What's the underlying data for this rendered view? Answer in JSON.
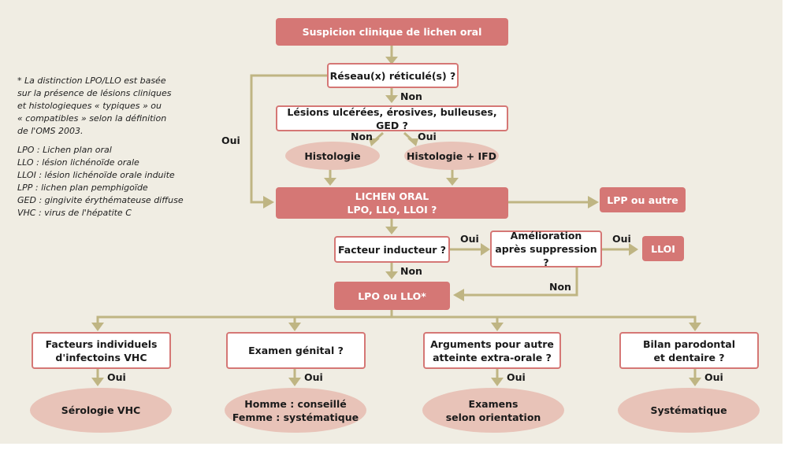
{
  "colors": {
    "background": "#f0ede3",
    "primary_box": "#d57775",
    "outline_box_border": "#d57775",
    "oval_fill": "#e8c3b8",
    "connector": "#bfb583"
  },
  "notes": {
    "footnote": "* La distinction LPO/LLO est basée\nsur la présence de lésions cliniques\net histologieques « typiques » ou\n« compatibles » selon la définition\nde l'OMS 2003.",
    "abbreviations": [
      "LPO : Lichen plan oral",
      "LLO : lésion lichénoïde orale",
      "LLOI : lésion lichénoïde orale induite",
      "LPP : lichen plan pemphigoïde",
      "GED : gingivite érythémateuse diffuse",
      "VHC : virus de l'hépatite C"
    ]
  },
  "nodes": {
    "suspicion": "Suspicion clinique de lichen oral",
    "reseau": "Réseau(x) réticulé(s) ?",
    "lesions": "Lésions ulcérées, érosives, bulleuses, GED ?",
    "histologie": "Histologie",
    "histologie_ifd": "Histologie + IFD",
    "lichen_oral": "LICHEN ORAL\nLPO, LLO, LLOI ?",
    "lpp_autre": "LPP ou autre",
    "facteur": "Facteur inducteur ?",
    "amelioration": "Amélioration\naprès suppression ?",
    "lloi": "LLOI",
    "lpo_llo": "LPO ou LLO*",
    "facteurs_vhc": "Facteurs individuels\nd'infectoins VHC",
    "examen_genital": "Examen génital ?",
    "arguments": "Arguments pour autre\natteinte extra-orale ?",
    "bilan": "Bilan parodontal\net dentaire ?",
    "serologie": "Sérologie VHC",
    "homme_femme": "Homme : conseillé\nFemme : systématique",
    "examens": "Examens\nselon orientation",
    "systematique": "Systématique"
  },
  "edge_labels": {
    "oui_left": "Oui",
    "non_reseau": "Non",
    "non_lesions": "Non",
    "oui_lesions": "Oui",
    "oui_facteur": "Oui",
    "non_facteur": "Non",
    "oui_amelioration": "Oui",
    "non_amelioration": "Non",
    "oui_vhc": "Oui",
    "oui_genital": "Oui",
    "oui_arguments": "Oui",
    "oui_bilan": "Oui"
  }
}
